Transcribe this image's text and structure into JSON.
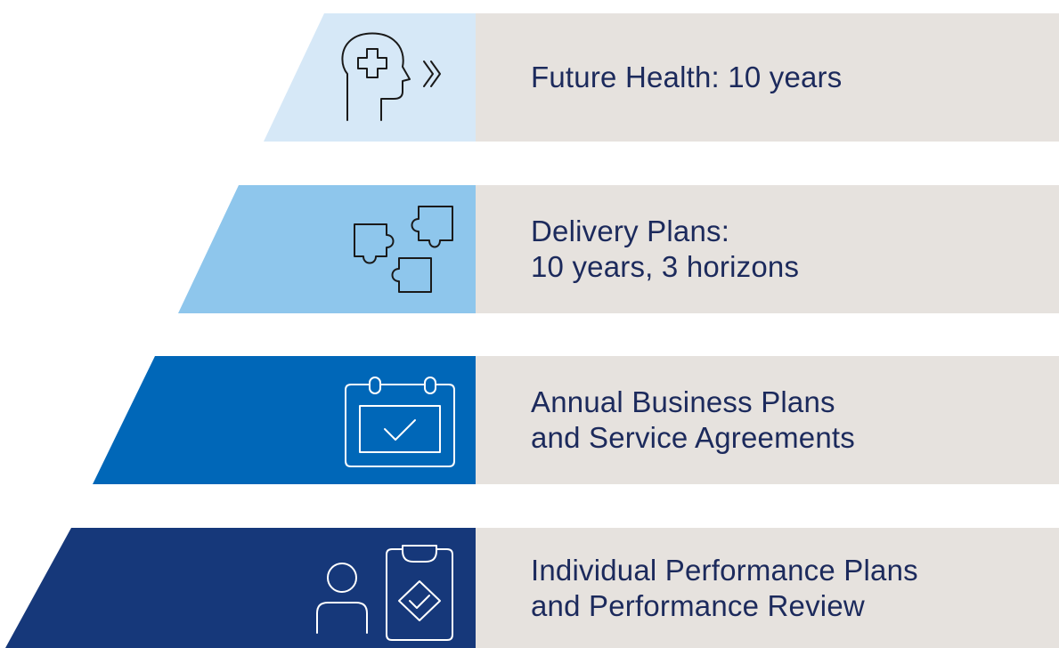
{
  "tiers": [
    {
      "label": "Future Health: 10 years",
      "color": "#d6e8f7",
      "icon": "head-health-icon",
      "icon_stroke": "#1a1a1a"
    },
    {
      "label": "Delivery Plans:\n10 years, 3 horizons",
      "color": "#8ec6ec",
      "icon": "puzzle-icon",
      "icon_stroke": "#1a1a1a"
    },
    {
      "label": "Annual Business Plans\nand Service Agreements",
      "color": "#0067b8",
      "icon": "calendar-check-icon",
      "icon_stroke": "#ffffff"
    },
    {
      "label": "Individual Performance Plans\nand Performance Review",
      "color": "#16387a",
      "icon": "person-clipboard-icon",
      "icon_stroke": "#ffffff"
    }
  ],
  "label_background": "#e6e2de",
  "label_text_color": "#1c2a5c"
}
